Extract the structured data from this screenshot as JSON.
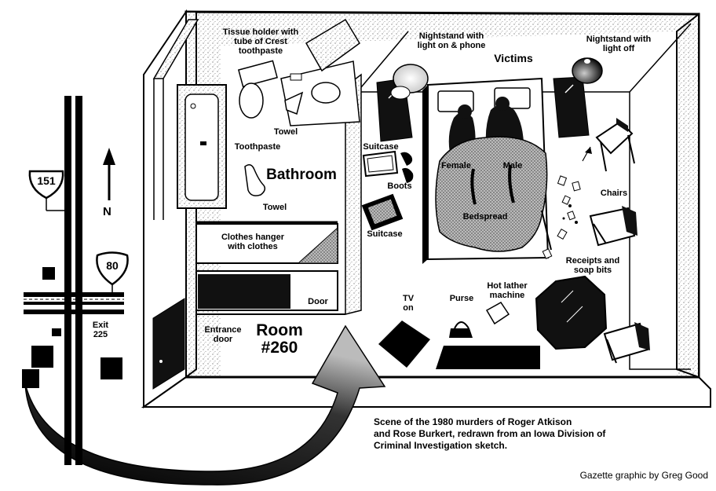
{
  "labels": {
    "tissue_holder": [
      "Tissue holder with",
      "tube of Crest",
      "toothpaste"
    ],
    "nightstand_on": [
      "Nightstand with",
      "light on & phone"
    ],
    "nightstand_off": [
      "Nightstand with",
      "light off"
    ],
    "victims": "Victims",
    "towel_sink": "Towel",
    "toothpaste": "Toothpaste",
    "bathroom": "Bathroom",
    "towel_floor": "Towel",
    "suitcase_top": "Suitcase",
    "boots": "Boots",
    "suitcase_bottom": "Suitcase",
    "female": "Female",
    "male": "Male",
    "bedspread": "Bedspread",
    "chairs": "Chairs",
    "receipts": [
      "Receipts and",
      "soap bits"
    ],
    "clothes_hanger": [
      "Clothes hanger",
      "with clothes"
    ],
    "door": "Door",
    "tv": [
      "TV",
      "on"
    ],
    "purse": "Purse",
    "hot_lather": [
      "Hot lather",
      "machine"
    ],
    "entrance_door": [
      "Entrance",
      "door"
    ],
    "room_number": [
      "Room",
      "#260"
    ]
  },
  "map": {
    "highway_us": "151",
    "highway_interstate": "80",
    "north_letter": "N",
    "exit_label": [
      "Exit",
      "225"
    ]
  },
  "caption": [
    "Scene of the 1980 murders of Roger Atkison",
    "and Rose Burkert, redrawn from an Iowa Division of",
    "Criminal Investigation sketch."
  ],
  "credit": "Gazette graphic by Greg Good"
}
